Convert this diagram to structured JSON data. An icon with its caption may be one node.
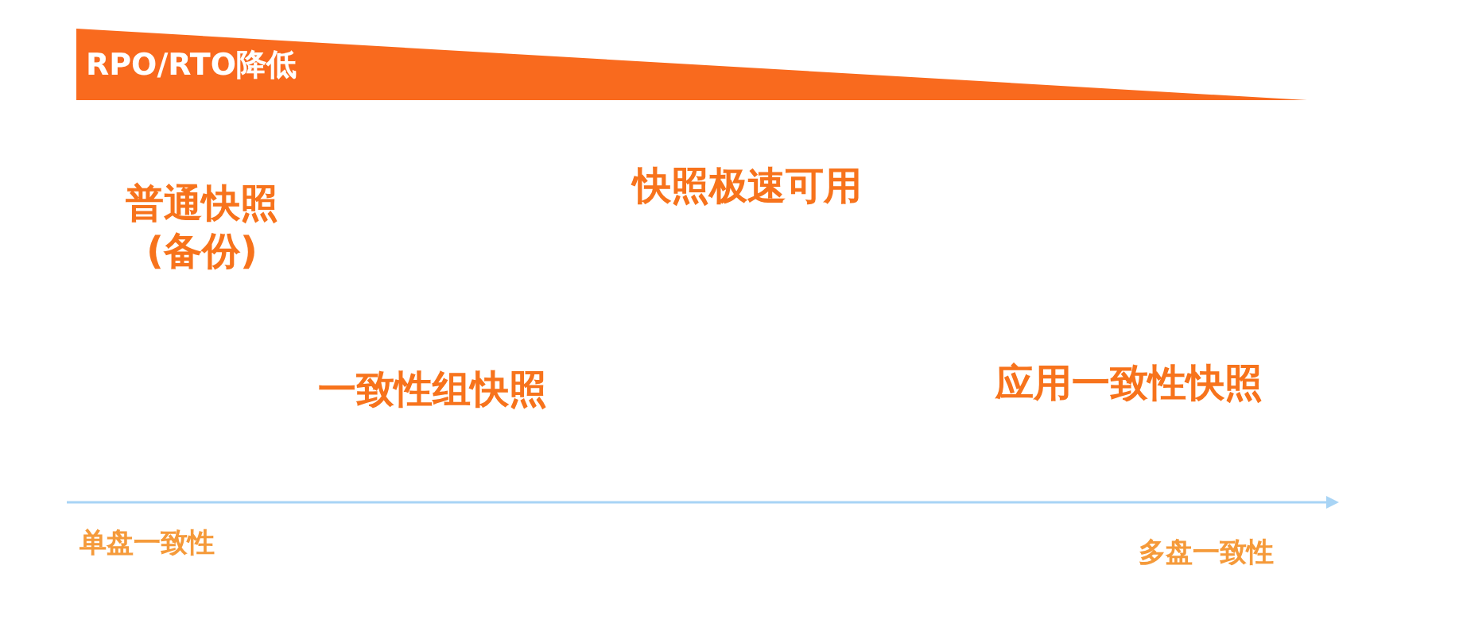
{
  "diagram": {
    "nodes": [
      {
        "text": [
          "RPO/RTO降低"
        ]
      }
    ],
    "labels": [
      "普通快照(备份)",
      "快照极速可用",
      "一致性组快照",
      "应用一致性快照",
      "单盘一致性",
      "多盘一致性"
    ]
  }
}
